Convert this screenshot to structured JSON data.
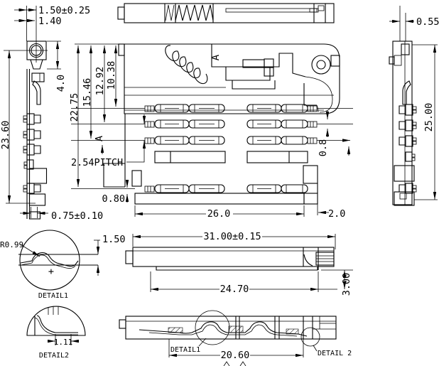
{
  "colors": {
    "line": "#000000",
    "background": "#ffffff"
  },
  "views": {
    "left_side": {
      "dim_hole_offset_tol": "1.50±0.25",
      "dim_hole_offset": "1.40",
      "dim_overall_height": "23.60",
      "dim_boss_height": "4.0",
      "dim_foot_thickness": "0.75±0.10"
    },
    "plan": {
      "dim_row_heights": [
        "22.75",
        "15.46",
        "12.92",
        "10.38"
      ],
      "dim_pitch": "2.54PITCH",
      "datum_label": "A",
      "section_marker": "A",
      "dim_contact_width": "0.8",
      "dim_pad_offset": "0.80",
      "dim_body_width": "26.0",
      "dim_right_step": "2.0"
    },
    "right_side": {
      "dim_top_step": "0.55",
      "dim_overall_height": "25.00"
    },
    "front": {
      "dim_overall_width": "31.00±0.15",
      "dim_inner_width": "24.70",
      "dim_height": "3.00"
    },
    "bottom": {
      "dim_contact_span": "20.60",
      "detail1_label": "DETAIL1",
      "detail2_label": "DETAIL 2"
    },
    "detail1": {
      "label": "DETAIL1",
      "dim_radius": "R0.99",
      "dim_gap": "1.50",
      "center_mark": "+"
    },
    "detail2": {
      "label": "DETAIL2",
      "dim_tab_width": "1.11"
    }
  }
}
